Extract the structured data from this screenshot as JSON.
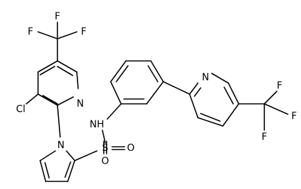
{
  "structure": {
    "description_free": true,
    "atom_labels": {
      "F1": "F",
      "F2": "F",
      "F3": "F",
      "F4": "F",
      "F5": "F",
      "F6": "F",
      "Cl": "Cl",
      "N_py1": "N",
      "N_pyrrole": "N",
      "N_py2": "N",
      "NH": "NH",
      "S": "S",
      "O1": "O",
      "O2": "O"
    }
  },
  "colors": {
    "bond": "#000000",
    "label": "#000000",
    "background": "#ffffff"
  }
}
